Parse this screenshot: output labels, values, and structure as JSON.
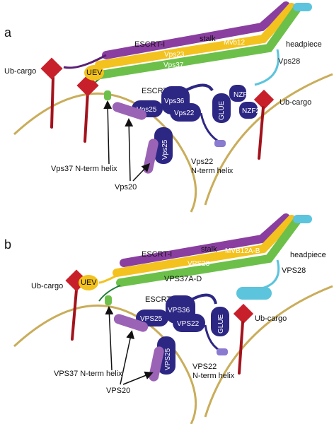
{
  "panels": [
    {
      "letter": "a",
      "labels": {
        "escrt1": "ESCRT-I",
        "stalk": "stalk",
        "mvb": "Mvb12",
        "headpiece": "headpiece",
        "vps23": "Vps23",
        "vps37": "Vps37",
        "vps28": "Vps28",
        "ubcargo_left": "Ub-cargo",
        "uev": "UEV",
        "escrt2": "ESCRT-II",
        "vps25a": "Vps25",
        "vps36": "Vps36",
        "vps22": "Vps22",
        "vps25b": "Vps25",
        "glue": "GLUE",
        "nzf1": "NZF1",
        "nzf2": "NZF2",
        "ubcargo_right": "Ub-cargo",
        "vps37_helix": "Vps37 N-term helix",
        "vps22_helix_1": "Vps22",
        "vps22_helix_2": "N-term helix",
        "vps20": "Vps20"
      }
    },
    {
      "letter": "b",
      "labels": {
        "escrt1": "ESCRT-I",
        "stalk": "stalk",
        "mvb": "MVB12A-B",
        "headpiece": "headpiece",
        "vps23": "VPS23",
        "vps37": "VPS37A-D",
        "vps28": "VPS28",
        "ubcargo_left": "Ub-cargo",
        "uev": "UEV",
        "escrt2": "ESCRT-II",
        "vps25a": "VPS25",
        "vps36": "VPS36",
        "vps22": "VPS22",
        "vps25b": "VPS25",
        "glue": "GLUE",
        "ubcargo_right": "Ub-cargo",
        "vps37_helix": "VPS37 N-term helix",
        "vps22_helix_1": "VPS22",
        "vps22_helix_2": "N-term helix",
        "vps20": "VPS20"
      }
    }
  ],
  "colors": {
    "membrane": "#c9ad5a",
    "cargo_stem": "#a3131c",
    "cargo_head": "#c8202a",
    "purple_stalk": "#8a3fa0",
    "yellow": "#f3c21e",
    "green": "#6cc04a",
    "cyan": "#5cc4dc",
    "escrt2_blue": "#2d2784",
    "vps20": "#9b63b5",
    "helix_blue": "#8a7ad0",
    "arrow": "#111111"
  }
}
